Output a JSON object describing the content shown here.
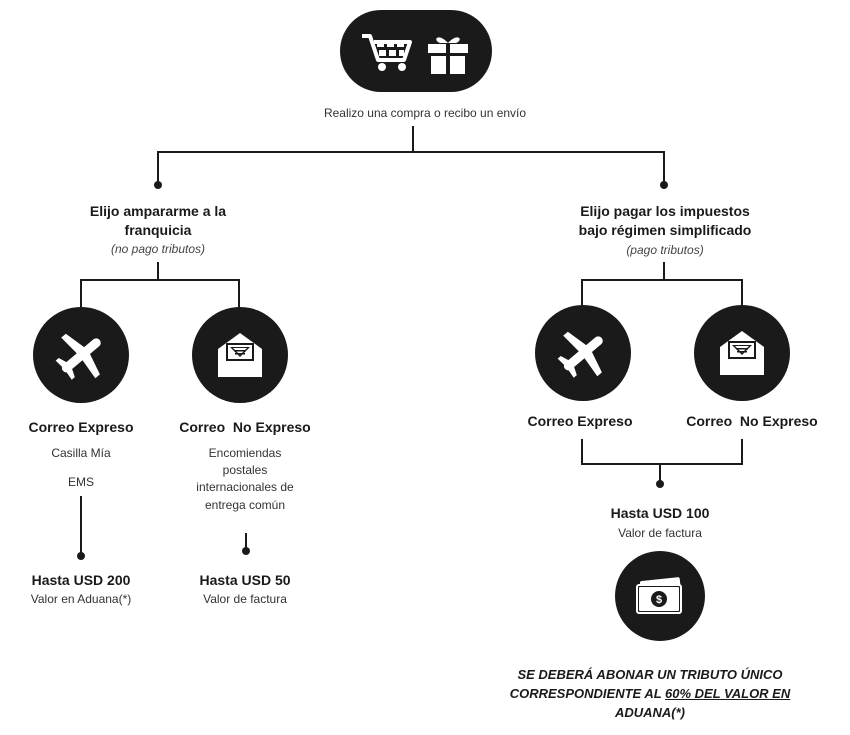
{
  "top": {
    "icons": [
      "shopping-cart-icon",
      "gift-icon"
    ],
    "caption": "Realizo una compra o recibo un envío"
  },
  "left_branch": {
    "title_line1": "Elijo ampararme a la",
    "title_line2": "franquicia",
    "subtitle": "(no pago tributos)",
    "express": {
      "title": "Correo Expreso",
      "detail_line1": "Casilla Mía",
      "detail_line2": "EMS",
      "limit": "Hasta USD 200",
      "limit_note": "Valor en Aduana(*)"
    },
    "non_express": {
      "title": "Correo  No Expreso",
      "detail_line1": "Encomiendas",
      "detail_line2": "postales",
      "detail_line3": "internacionales de",
      "detail_line4": "entrega común",
      "limit": "Hasta USD 50",
      "limit_note": "Valor de factura"
    }
  },
  "right_branch": {
    "title_line1": "Elijo pagar los impuestos",
    "title_line2": "bajo régimen simplificado",
    "subtitle": "(pago tributos)",
    "express_title": "Correo Expreso",
    "non_express_title": "Correo  No Expreso",
    "limit": "Hasta USD 100",
    "limit_note": "Valor de factura",
    "money_icon": "money-icon"
  },
  "footer_note": {
    "line1": "SE DEBERÁ ABONAR UN TRIBUTO ÚNICO",
    "line2_prefix": "CORRESPONDIENTE AL ",
    "line2_underlined": "60% DEL VALOR EN",
    "line3": "ADUANA(*)"
  },
  "colors": {
    "icon_background": "#1a1a1a",
    "icon_foreground": "#ffffff",
    "text": "#1a1a1a"
  }
}
